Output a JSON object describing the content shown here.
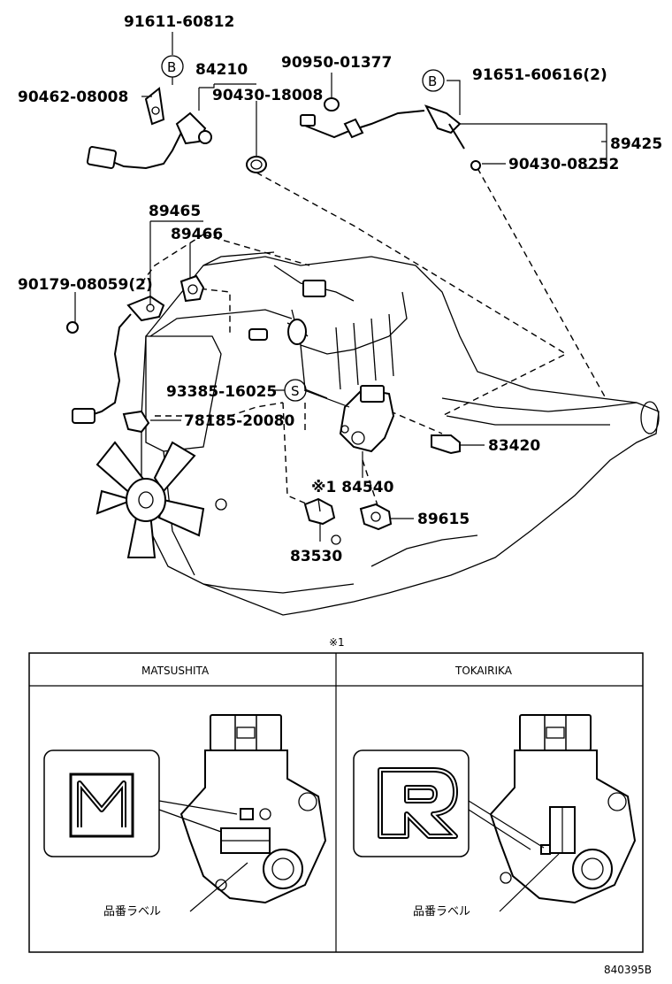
{
  "parts": {
    "p91611": "91611-60812",
    "circle_b_left": "B",
    "p84210": "84210",
    "p90462": "90462-08008",
    "p90430_18008": "90430-18008",
    "p90950": "90950-01377",
    "circle_b_right": "B",
    "p91651": "91651-60616(2)",
    "p89425": "89425",
    "p90430_08252": "90430-08252",
    "p89465": "89465",
    "p89466": "89466",
    "p90179": "90179-08059(2)",
    "p93385": "93385-16025",
    "circle_s": "S",
    "p78185": "78185-20080",
    "p83420": "83420",
    "p84540": "※1 84540",
    "p89615": "89615",
    "p83530": "83530"
  },
  "detail": {
    "note": "※1",
    "left_header": "MATSUSHITA",
    "right_header": "TOKAIRIKA",
    "left_label": "品番ラベル",
    "right_label": "品番ラベル"
  },
  "drawing_code": "840395B"
}
